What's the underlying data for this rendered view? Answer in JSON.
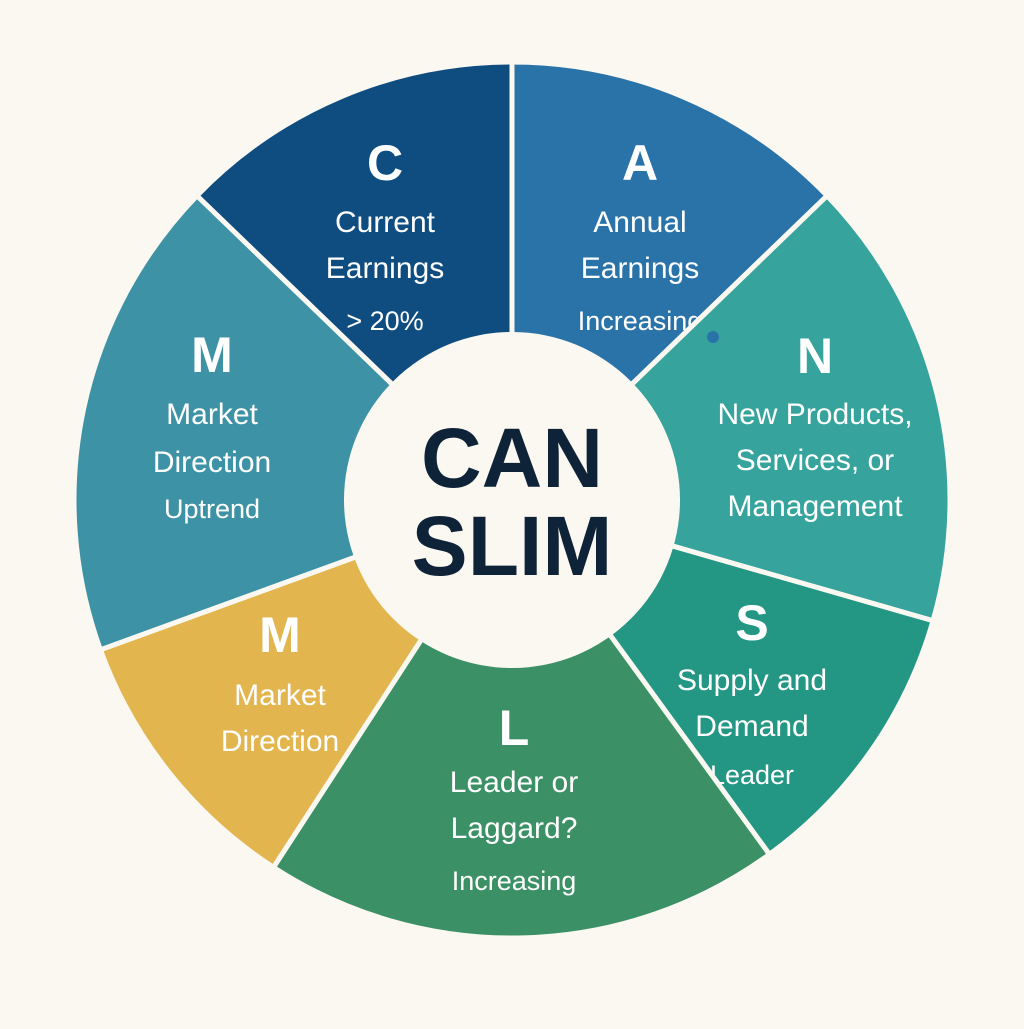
{
  "center": {
    "line1": "CAN",
    "line2": "SLIM",
    "color": "#fbf8f2",
    "text_color": "#0e2337"
  },
  "segments": [
    {
      "id": "c",
      "letter": "C",
      "label_lines": [
        "Current",
        "Earnings"
      ],
      "sub": "> 20%",
      "color": "#0f4d80"
    },
    {
      "id": "a",
      "letter": "A",
      "label_lines": [
        "Annual",
        "Earnings"
      ],
      "sub": "Increasing",
      "color": "#2a73a9"
    },
    {
      "id": "n",
      "letter": "N",
      "label_lines": [
        "New Products,",
        "Services, or",
        "Management"
      ],
      "sub": "",
      "color": "#36a49c"
    },
    {
      "id": "s",
      "letter": "S",
      "label_lines": [
        "Supply and",
        "Demand"
      ],
      "sub": "Leader",
      "color": "#239684"
    },
    {
      "id": "l",
      "letter": "L",
      "label_lines": [
        "Leader or",
        "Laggard?"
      ],
      "sub": "Increasing",
      "color": "#3b9165"
    },
    {
      "id": "m2",
      "letter": "M",
      "label_lines": [
        "Market",
        "Direction"
      ],
      "sub": "",
      "color": "#e2b54e"
    },
    {
      "id": "m1",
      "letter": "M",
      "label_lines": [
        "Market",
        "Direction"
      ],
      "sub": "Uptrend",
      "color": "#3d93a5"
    }
  ]
}
